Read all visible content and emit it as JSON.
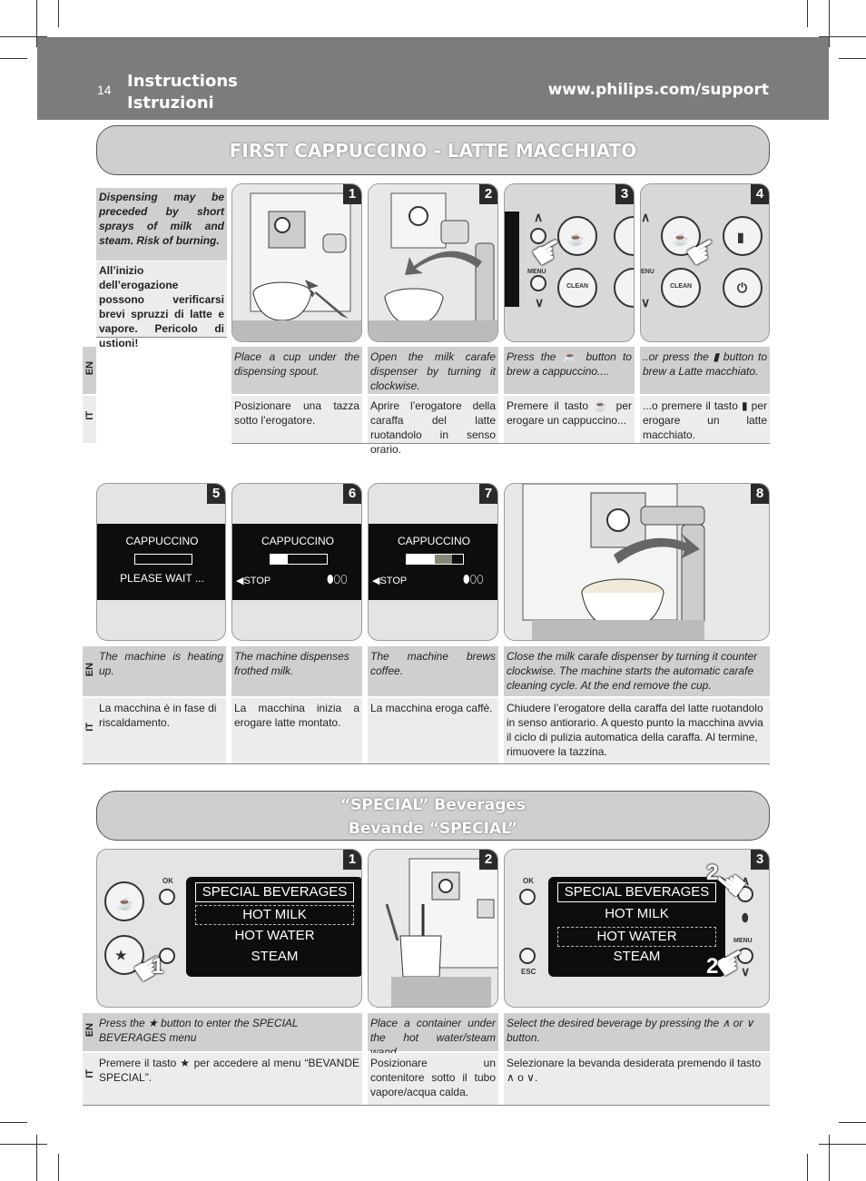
{
  "header": {
    "page_number": "14",
    "title_en": "Instructions",
    "title_it": "Istruzioni",
    "url": "www.philips.com/support"
  },
  "section1": {
    "title": "FIRST CAPPUCCINO - LATTE MACCHIATO",
    "warning_en": "Dispensing may be preceded by short sprays of milk and steam. Risk of burning.",
    "warning_it": "All’inizio dell’erogazione possono verificarsi brevi spruzzi di latte e vapore. Pericolo di ustioni!",
    "steps": [
      {
        "num": "1",
        "en": "Place a cup under the dispensing spout.",
        "it": "Posizionare una tazza sotto l’erogatore."
      },
      {
        "num": "2",
        "en": "Open the milk carafe dispenser by turning it clockwise.",
        "it": "Aprire l’erogatore della caraffa del latte ruotandolo in senso orario."
      },
      {
        "num": "3",
        "en_a": "Press the",
        "en_b": "button to brew a cappuccino....",
        "it_a": "Premere il tasto",
        "it_b": "per erogare un cappuccino...",
        "menu_label": "MENU",
        "clean_label": "CLEAN"
      },
      {
        "num": "4",
        "en_a": "..or press the",
        "en_b": "button to brew a Latte macchiato.",
        "it_a": "...o premere il tasto",
        "it_b": "per erogare un latte macchiato.",
        "menu_label": "ENU",
        "clean_label": "CLEAN"
      },
      {
        "num": "5",
        "en": "The machine is heating up.",
        "it": "La macchina è in fase di riscaldamento.",
        "screen_title": "CAPPUCCINO",
        "screen_msg": "PLEASE WAIT ...",
        "progress": 0.0
      },
      {
        "num": "6",
        "en": "The machine dispenses frothed milk.",
        "it": "La macchina inizia a erogare latte montato.",
        "screen_title": "CAPPUCCINO",
        "stop": "STOP",
        "progress": 0.3
      },
      {
        "num": "7",
        "en": "The machine brews coffee.",
        "it": "La macchina eroga caffè.",
        "screen_title": "CAPPUCCINO",
        "stop": "STOP",
        "progress": 0.5
      },
      {
        "num": "8",
        "en": "Close the milk carafe dispenser by turning it counter clockwise. The machine starts the automatic carafe cleaning cycle. At the end remove the cup.",
        "it": "Chiudere l’erogatore della caraffa del latte ruotandolo in senso antiorario. A questo punto la macchina avvia il ciclo di pulizia automatica della caraffa. Al termine, rimuovere la tazzina."
      }
    ]
  },
  "section2": {
    "title_en": "“SPECIAL” Beverages",
    "title_it": "Bevande “SPECIAL”",
    "steps": [
      {
        "num": "1",
        "en_a": "Press the",
        "en_b": "button to enter the SPECIAL BEVERAGES menu",
        "it_a": "Premere il tasto",
        "it_b": "per accedere al menu “BEVANDE SPECIAL”.",
        "ok_label": "OK",
        "callout": "1"
      },
      {
        "num": "2",
        "en": "Place a container under the hot water/steam wand.",
        "it": "Posizionare un contenitore sotto il tubo vapore/acqua calda."
      },
      {
        "num": "3",
        "en_a": "Select the desired beverage by pressing the",
        "en_or": "or",
        "en_b": "button.",
        "it_a": "Selezionare la bevanda desiderata premendo il tasto",
        "it_or": "o",
        "it_b": ".",
        "ok_label": "OK",
        "esc_label": "ESC",
        "menu_label": "MENU",
        "callout": "2"
      }
    ],
    "menu": {
      "title": "SPECIAL BEVERAGES",
      "items": [
        "HOT MILK",
        "HOT WATER",
        "STEAM"
      ]
    }
  },
  "lang": {
    "en": "EN",
    "it": "IT"
  }
}
